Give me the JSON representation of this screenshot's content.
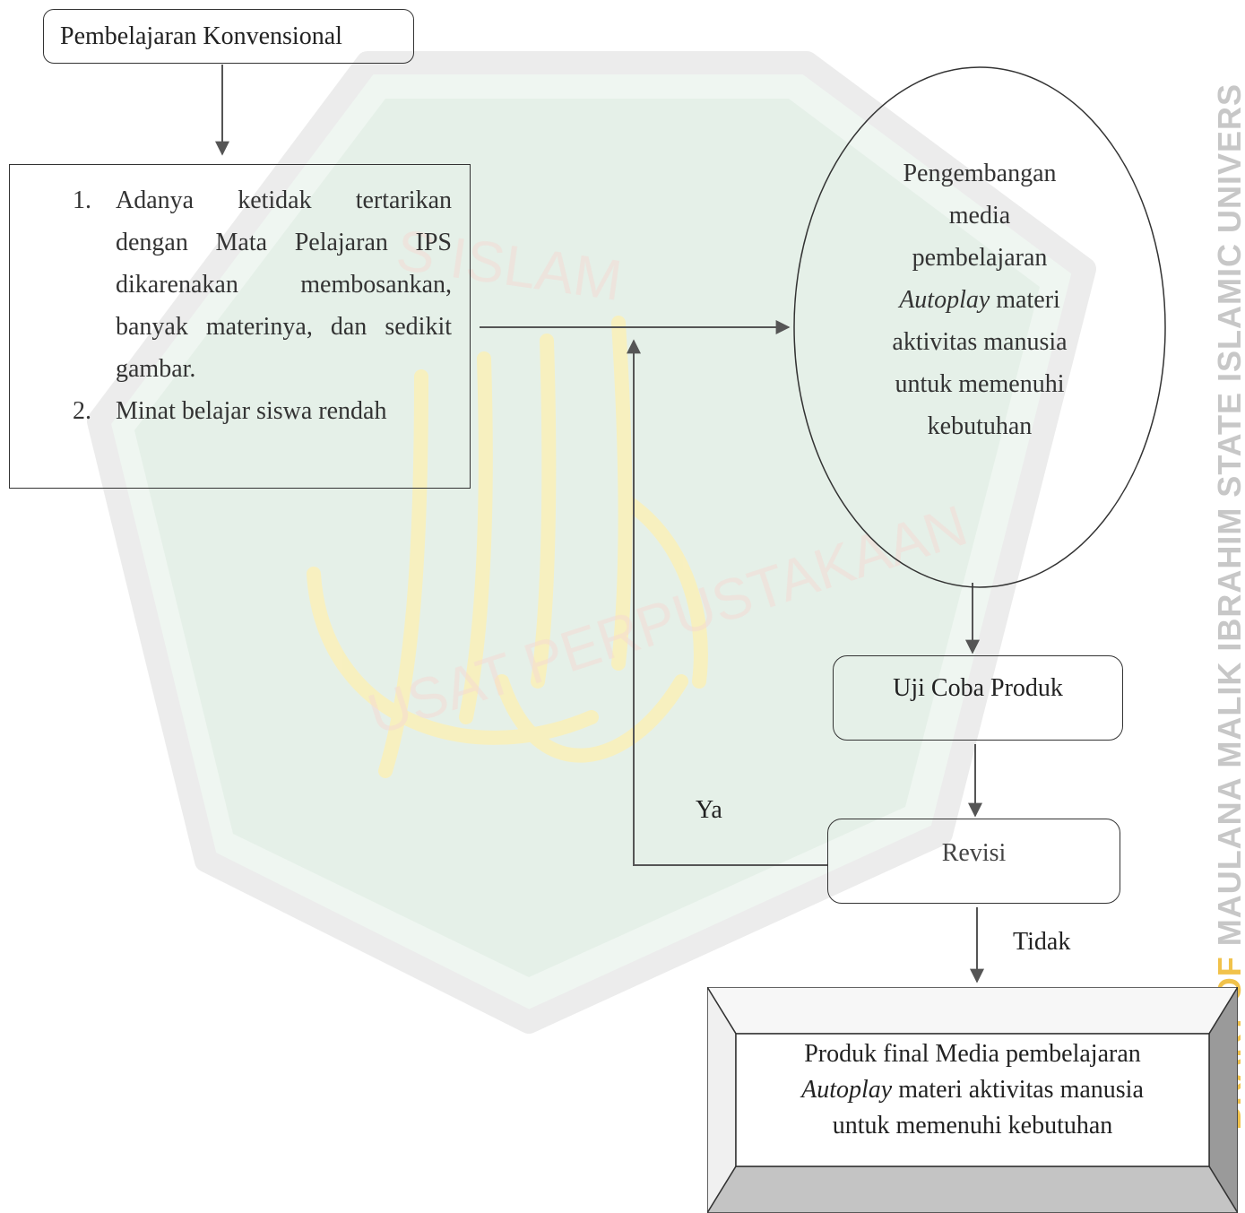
{
  "start_box": {
    "label": "Pembelajaran Konvensional"
  },
  "problems_box": {
    "items": [
      {
        "number": "1.",
        "text": "Adanya ketidak tertarikan dengan Mata Pelajaran IPS dikarenakan membosankan, banyak materinya, dan sedikit gambar."
      },
      {
        "number": "2.",
        "text": "Minat belajar siswa rendah"
      }
    ]
  },
  "development_ellipse": {
    "lines": [
      "Pengembangan",
      "media",
      "pembelajaran"
    ],
    "italic_word": "Autoplay",
    "after_italic": " materi",
    "tail_lines": [
      "aktivitas manusia",
      "untuk memenuhi",
      "kebutuhan"
    ]
  },
  "trial_box": {
    "label": "Uji Coba Produk"
  },
  "revision_box": {
    "label": "Revisi"
  },
  "edge_labels": {
    "yes": "Ya",
    "no": "Tidak"
  },
  "final_box": {
    "line1": "Produk final Media pembelajaran",
    "italic_word": "Autoplay",
    "line2_rest": " materi aktivitas manusia",
    "line3": "untuk memenuhi kebutuhan"
  },
  "watermark": {
    "side_prefix": "BRARY OF",
    "side_text": " MAULANA MALIK IBRAHIM STATE ISLAMIC UNIVERS"
  },
  "colors": {
    "watermark_green": "#e3efe7",
    "watermark_gold": "#fbf3c8",
    "watermark_gray": "#ececec",
    "line": "#555555"
  }
}
